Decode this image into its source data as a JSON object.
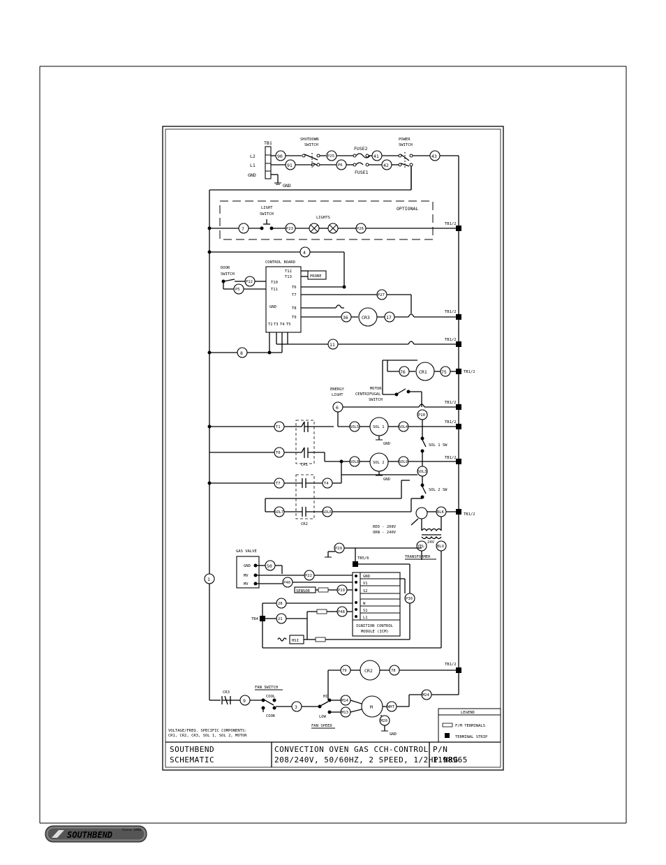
{
  "brand": {
    "name": "SOUTHBEND",
    "tagline": "Since 1898"
  },
  "schematic": {
    "power": {
      "tb1": "TB1",
      "l2": "L2",
      "l1": "L1",
      "gnd": "GND",
      "gnd2": "GND",
      "n90": "90",
      "n91": "91",
      "shutdown_switch": [
        "SHUTDOWN",
        "SWITCH"
      ],
      "p25": "P25",
      "p6": "P6",
      "fuse2": "FUSE2",
      "fuse1": "FUSE1",
      "n41": "41",
      "n42": "42",
      "power_switch": [
        "POWER",
        "SWITCH"
      ],
      "n43": "43"
    },
    "optional": {
      "label": "OPTIONAL",
      "light_switch": [
        "LIGHT",
        "SWITCH"
      ],
      "n7": "7",
      "p23": "P23",
      "lights": "LIGHTS",
      "p26": "P26",
      "tb12": "TB1/2"
    },
    "control": {
      "n4": "4",
      "control_board": "CONTROL BOARD",
      "door_switch": [
        "DOOR",
        "SWITCH"
      ],
      "t12": "T12",
      "t13": "T13",
      "probe": "PROBE",
      "p12": "P12",
      "t10": "T10",
      "t11": "T11",
      "p5": "P5",
      "t6": "T6",
      "t7": "T7",
      "t8": "T8",
      "t9": "T9",
      "gnd": "GND",
      "t2": "T2",
      "t3": "T3",
      "t4": "T4",
      "t5": "T5",
      "p27": "P27",
      "n36": "36",
      "cr3": "CR3",
      "n17": "17",
      "tb12a": "TB1/2",
      "n8": "8",
      "n11": "11",
      "tb12b": "TB1/2"
    },
    "motor_section": {
      "n76": "76",
      "cr1": "CR1",
      "n75": "75",
      "tb12": "TB1/2",
      "motor_switch": [
        "MOTOR",
        "CENTRIFUGAL",
        "SWITCH"
      ],
      "energy_light": [
        "ENERGY",
        "LIGHT"
      ],
      "n6": "6",
      "p10": "P10",
      "tb12b": "TB1/2"
    },
    "solenoids": {
      "t1": "T1",
      "sol5": "SOL5",
      "sol1": "SOL 1",
      "sol4": "SOL4",
      "gnd1": "GND",
      "tb12": "TB1/2",
      "sol1sw": "SOL 1 SW",
      "t0": "T0",
      "cr1": "CR1",
      "sol8": "SOL8",
      "sol2": "SOL 2",
      "sol9": "SOL9",
      "gnd2": "GND",
      "tb12b": "TB1/2",
      "sol3": "SOL3",
      "t7": "T7",
      "t4": "T4",
      "sol2sw": "SOL 2 SW",
      "sol7": "SOL7",
      "sol6": "SOL6",
      "cr2": "CR2",
      "blk": "BLK",
      "tb12c": "TB1/2",
      "red": "RED - 208V",
      "orn": "ORN - 240V",
      "yel": "YEL",
      "v24": "24V",
      "blu": "BLU"
    },
    "ignition": {
      "p29": "P29",
      "transformer": "TRANSFORMER",
      "gas_valve": "GAS VALVE",
      "gnd": "GND",
      "mv1": "MV",
      "mv2": "MV",
      "n50": "50",
      "p22": "P22",
      "tb56": "TB5/6",
      "p40": "P40",
      "sensor": "SENSOR",
      "p19": "P19",
      "p30": "P30",
      "terms": [
        "GND",
        "V1",
        "S2",
        "W",
        "S1",
        "L1"
      ],
      "n28": "28",
      "n21": "21",
      "tb4": "TB4",
      "p48": "P48",
      "hsi": "HSI",
      "icm": [
        "IGNITION CONTROL",
        "MODULE (ICM)"
      ]
    },
    "fan": {
      "n1": "1",
      "n79": "79",
      "cr2": "CR2",
      "n78": "78",
      "tb12": "TB1/2",
      "fan_switch": "FAN SWITCH",
      "cr3": "CR3",
      "n9": "9",
      "cool": "COOL",
      "cook": "COOK",
      "n3": "3",
      "hi": "HI",
      "low": "LOW",
      "fan_speed": "FAN SPEED",
      "m14": "M14",
      "m13": "M13",
      "m": "M",
      "m20": "M20",
      "wht": "WHT",
      "m24": "M24",
      "gnd": "GND"
    },
    "legend": {
      "title": "LEGEND",
      "fm": "F/M TERMINALS",
      "ts": "TERMINAL STRIP"
    },
    "voltage_note": [
      "VOLTAGE/FREQ. SPECIFIC COMPONENTS:",
      "CR1, CR2, CR3, SOL 1, SOL 2, MOTOR"
    ],
    "title_block": {
      "company": "SOUTHBEND",
      "kind": "SCHEMATIC",
      "desc1": "CONVECTION OVEN GAS CCH-CONTROL",
      "desc2": "208/240V, 50/60HZ, 2 SPEED, 1/2HP NRG",
      "pn_label": "P/N",
      "pn": "1198965"
    }
  }
}
